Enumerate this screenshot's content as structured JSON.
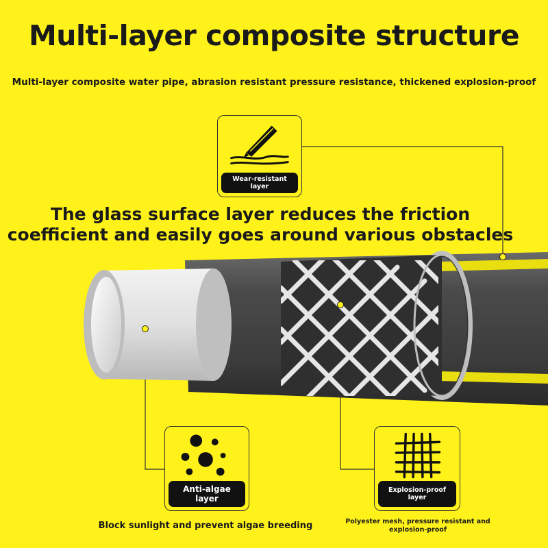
{
  "title": "Multi-layer composite structure",
  "subtitle": "Multi-layer composite water pipe, abrasion resistant pressure resistance, thickened explosion-proof",
  "headline": {
    "line1": "The glass surface layer reduces the friction",
    "line2": "coefficient and easily goes around various obstacles"
  },
  "cards": {
    "wear": {
      "label_line1": "Wear-resistant",
      "label_line2": "layer",
      "icon": "pen-scratch-icon"
    },
    "algae": {
      "label_line1": "Anti-algae",
      "label_line2": "layer",
      "icon": "dots-icon"
    },
    "explosion": {
      "label_line1": "Explosion-proof",
      "label_line2": "layer",
      "icon": "grid-mesh-icon"
    }
  },
  "captions": {
    "algae": "Block sunlight and prevent algae breeding",
    "explosion_line1": "Polyester mesh, pressure resistant and",
    "explosion_line2": "explosion-proof"
  },
  "colors": {
    "background": "#FFF21A",
    "hose_outer": "#4a4a4a",
    "stripe": "#E8DE10",
    "inner_tube": "#d8d8d8",
    "text": "#1a1a1a"
  }
}
